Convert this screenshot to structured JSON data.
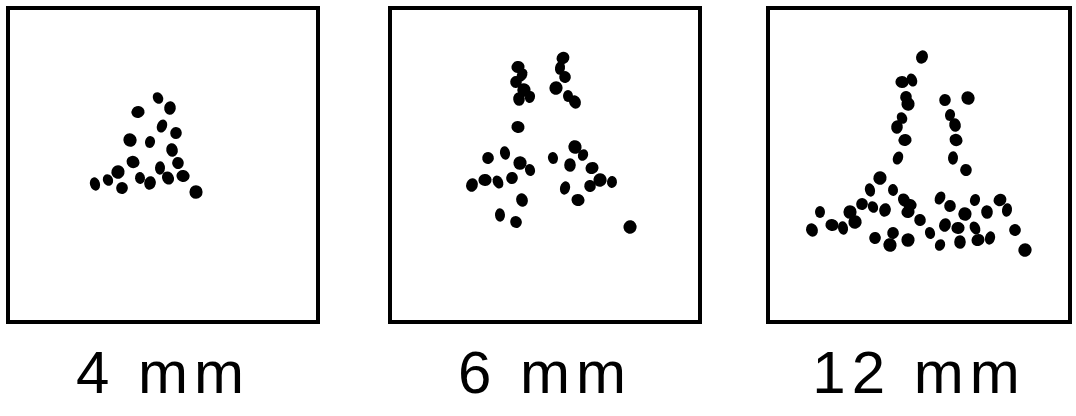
{
  "diagram": {
    "labels": [
      "4 mm",
      "6 mm",
      "12 mm"
    ]
  }
}
